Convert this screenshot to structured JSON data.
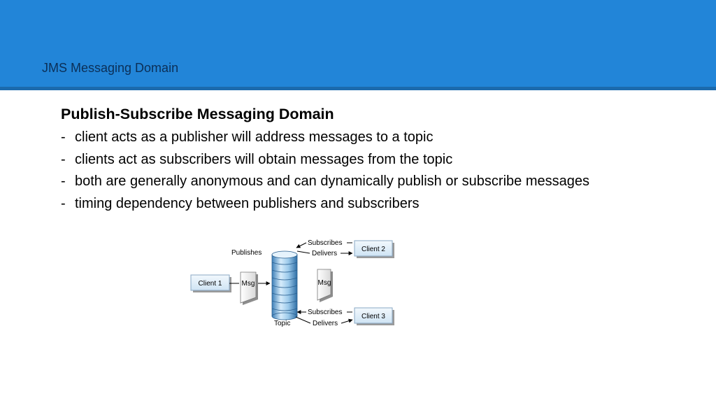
{
  "header": {
    "title": "JMS Messaging Domain",
    "accent_color": "#2285d8"
  },
  "content": {
    "heading": "Publish-Subscribe Messaging Domain",
    "bullets": [
      "client acts as a publisher will address messages to a topic",
      "clients act as subscribers will obtain messages from the topic",
      "both are generally anonymous and can dynamically publish or subscribe messages",
      "timing dependency between publishers and subscribers"
    ],
    "bullet_marker": "-"
  },
  "diagram": {
    "client1": "Client 1",
    "client2": "Client 2",
    "client3": "Client 3",
    "msg_left": "Msg",
    "msg_right": "Msg",
    "publishes": "Publishes",
    "topic": "Topic",
    "subscribes_top": "Subscribes",
    "delivers_top": "Delivers",
    "subscribes_bottom": "Subscribes",
    "delivers_bottom": "Delivers"
  }
}
